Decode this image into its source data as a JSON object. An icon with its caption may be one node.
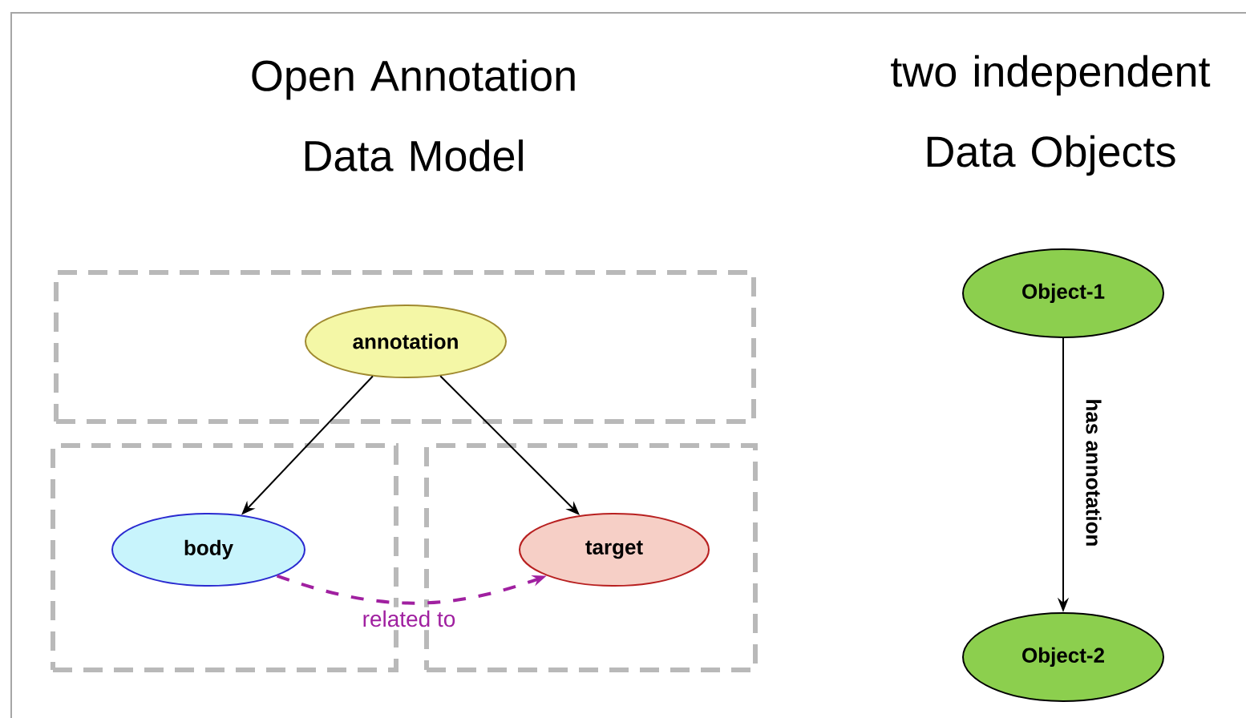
{
  "diagram": {
    "nodes": [
      {
        "text": [],
        "shape": "box"
      },
      {
        "text": [
          "annotation"
        ],
        "in": 0
      },
      {
        "text": [],
        "shape": "box"
      },
      {
        "text": [
          "body"
        ],
        "in": 2
      },
      {
        "text": [],
        "shape": "box"
      },
      {
        "text": [
          "target"
        ],
        "in": 4
      },
      {
        "text": [
          "Object-1"
        ]
      },
      {
        "text": [
          "Object-2"
        ]
      }
    ],
    "edges": [
      {
        "from": 1,
        "to": 3,
        "arrow": "to"
      },
      {
        "from": 1,
        "to": 5,
        "arrow": "to"
      },
      {
        "from": 3,
        "to": 5,
        "arrow": "to",
        "label": "related to",
        "style": "dashed",
        "color": "#a020a0"
      },
      {
        "from": 6,
        "to": 7,
        "arrow": "to",
        "label": "has annotation"
      }
    ],
    "labels": [
      "Open Annotation Data Model",
      "two independent Data Objects"
    ]
  }
}
